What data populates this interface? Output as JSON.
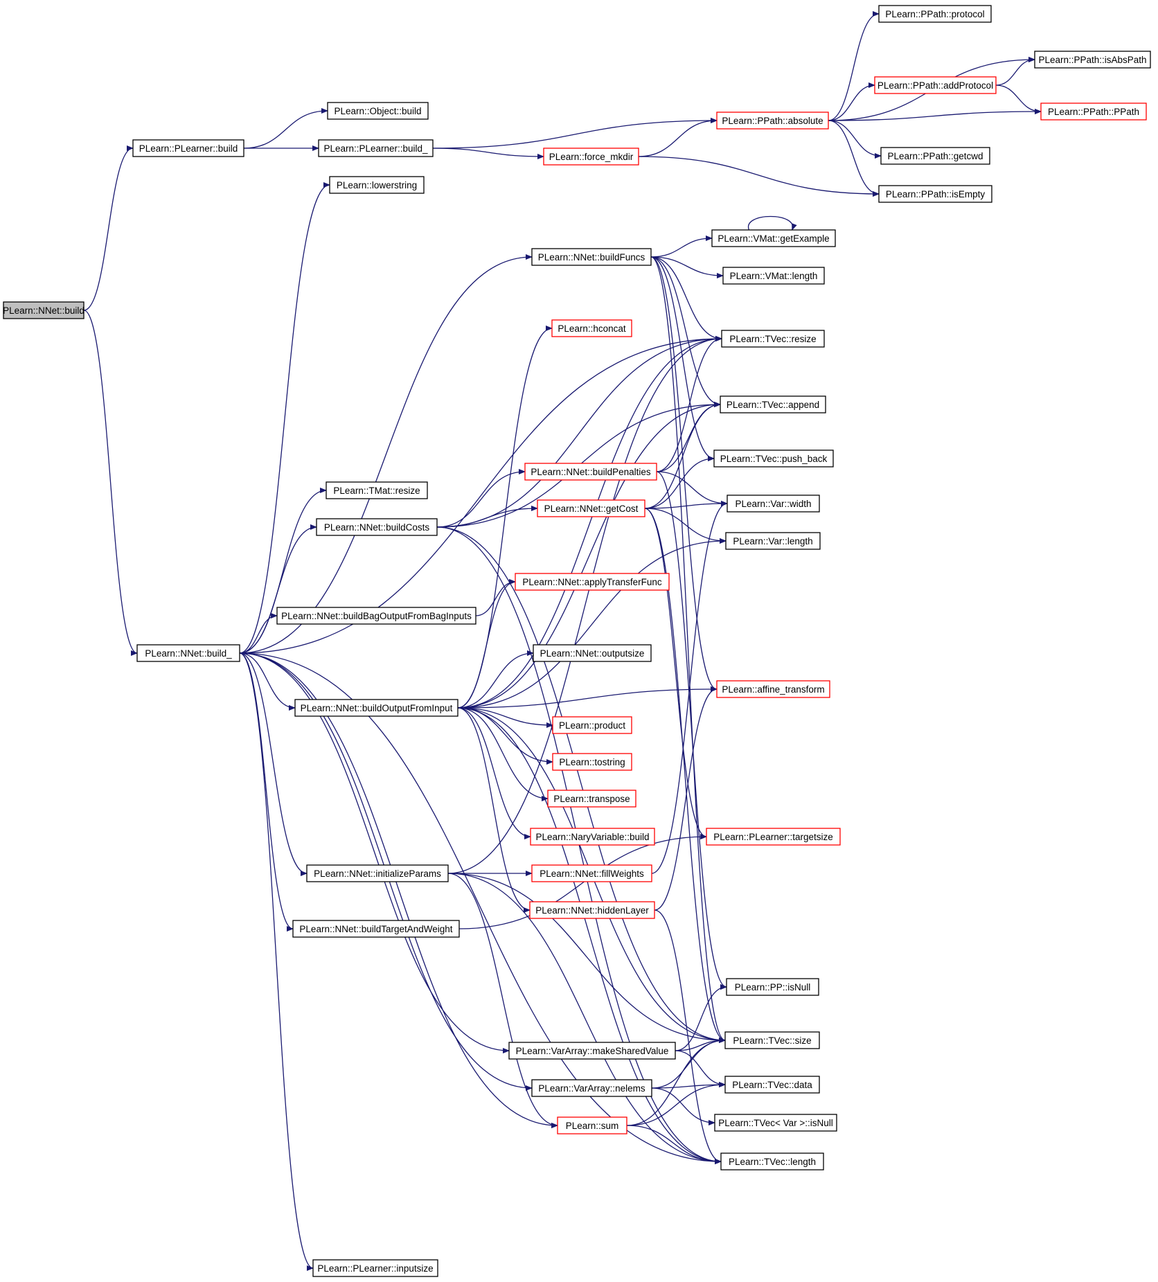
{
  "colors": {
    "edge": "#191970",
    "node_border": "#000000",
    "incomplete_border": "#ff0000",
    "root_fill": "#bfbfbf"
  },
  "nodes": [
    {
      "id": "nnet_build",
      "label": "PLearn::NNet::build",
      "style": "root"
    },
    {
      "id": "plearner_build",
      "label": "PLearn::PLearner::build"
    },
    {
      "id": "object_build",
      "label": "PLearn::Object::build"
    },
    {
      "id": "plearner_build_",
      "label": "PLearn::PLearner::build_"
    },
    {
      "id": "lowerstring",
      "label": "PLearn::lowerstring"
    },
    {
      "id": "force_mkdir",
      "label": "PLearn::force_mkdir",
      "style": "red"
    },
    {
      "id": "ppath_protocol",
      "label": "PLearn::PPath::protocol"
    },
    {
      "id": "ppath_isabspath",
      "label": "PLearn::PPath::isAbsPath"
    },
    {
      "id": "ppath_addprotocol",
      "label": "PLearn::PPath::addProtocol",
      "style": "red"
    },
    {
      "id": "ppath_ppath",
      "label": "PLearn::PPath::PPath",
      "style": "red"
    },
    {
      "id": "ppath_absolute",
      "label": "PLearn::PPath::absolute",
      "style": "red"
    },
    {
      "id": "ppath_getcwd",
      "label": "PLearn::PPath::getcwd"
    },
    {
      "id": "ppath_isempty",
      "label": "PLearn::PPath::isEmpty"
    },
    {
      "id": "vmat_getexample",
      "label": "PLearn::VMat::getExample"
    },
    {
      "id": "nnet_buildfuncs",
      "label": "PLearn::NNet::buildFuncs"
    },
    {
      "id": "vmat_length",
      "label": "PLearn::VMat::length"
    },
    {
      "id": "hconcat",
      "label": "PLearn::hconcat",
      "style": "red"
    },
    {
      "id": "tvec_resize",
      "label": "PLearn::TVec::resize"
    },
    {
      "id": "tvec_append",
      "label": "PLearn::TVec::append"
    },
    {
      "id": "tvec_push_back",
      "label": "PLearn::TVec::push_back"
    },
    {
      "id": "nnet_buildpenalties",
      "label": "PLearn::NNet::buildPenalties",
      "style": "red"
    },
    {
      "id": "tmat_resize",
      "label": "PLearn::TMat::resize"
    },
    {
      "id": "nnet_getcost",
      "label": "PLearn::NNet::getCost",
      "style": "red"
    },
    {
      "id": "var_width",
      "label": "PLearn::Var::width"
    },
    {
      "id": "nnet_buildcosts",
      "label": "PLearn::NNet::buildCosts"
    },
    {
      "id": "var_length",
      "label": "PLearn::Var::length"
    },
    {
      "id": "nnet_applytransferfunc",
      "label": "PLearn::NNet::applyTransferFunc",
      "style": "red"
    },
    {
      "id": "nnet_buildbagoutput",
      "label": "PLearn::NNet::buildBagOutputFromBagInputs"
    },
    {
      "id": "nnet_build_",
      "label": "PLearn::NNet::build_"
    },
    {
      "id": "nnet_outputsize",
      "label": "PLearn::NNet::outputsize"
    },
    {
      "id": "affine_transform",
      "label": "PLearn::affine_transform",
      "style": "red"
    },
    {
      "id": "nnet_buildoutputfrominput",
      "label": "PLearn::NNet::buildOutputFromInput"
    },
    {
      "id": "product",
      "label": "PLearn::product",
      "style": "red"
    },
    {
      "id": "tostring",
      "label": "PLearn::tostring",
      "style": "red"
    },
    {
      "id": "transpose",
      "label": "PLearn::transpose",
      "style": "red"
    },
    {
      "id": "naryvariable_build",
      "label": "PLearn::NaryVariable::build",
      "style": "red"
    },
    {
      "id": "plearner_targetsize",
      "label": "PLearn::PLearner::targetsize",
      "style": "red"
    },
    {
      "id": "nnet_initializeparams",
      "label": "PLearn::NNet::initializeParams"
    },
    {
      "id": "nnet_fillweights",
      "label": "PLearn::NNet::fillWeights",
      "style": "red"
    },
    {
      "id": "nnet_hiddenlayer",
      "label": "PLearn::NNet::hiddenLayer",
      "style": "red"
    },
    {
      "id": "nnet_buildtargetandweight",
      "label": "PLearn::NNet::buildTargetAndWeight"
    },
    {
      "id": "pp_isnull",
      "label": "PLearn::PP::isNull"
    },
    {
      "id": "vararray_makesharedvalue",
      "label": "PLearn::VarArray::makeSharedValue"
    },
    {
      "id": "tvec_size",
      "label": "PLearn::TVec::size"
    },
    {
      "id": "vararray_nelems",
      "label": "PLearn::VarArray::nelems"
    },
    {
      "id": "tvec_data",
      "label": "PLearn::TVec::data"
    },
    {
      "id": "tvec_var_isnull",
      "label": "PLearn::TVec< Var >::isNull"
    },
    {
      "id": "sum",
      "label": "PLearn::sum",
      "style": "red"
    },
    {
      "id": "tvec_length",
      "label": "PLearn::TVec::length"
    },
    {
      "id": "plearner_inputsize",
      "label": "PLearn::PLearner::inputsize"
    }
  ],
  "edges": [
    [
      "nnet_build",
      "plearner_build"
    ],
    [
      "nnet_build",
      "nnet_build_"
    ],
    [
      "plearner_build",
      "object_build"
    ],
    [
      "plearner_build",
      "plearner_build_"
    ],
    [
      "plearner_build_",
      "ppath_absolute"
    ],
    [
      "plearner_build_",
      "force_mkdir"
    ],
    [
      "force_mkdir",
      "ppath_absolute"
    ],
    [
      "force_mkdir",
      "ppath_isempty"
    ],
    [
      "ppath_absolute",
      "ppath_protocol"
    ],
    [
      "ppath_absolute",
      "ppath_isabspath"
    ],
    [
      "ppath_absolute",
      "ppath_addprotocol"
    ],
    [
      "ppath_absolute",
      "ppath_ppath"
    ],
    [
      "ppath_absolute",
      "ppath_getcwd"
    ],
    [
      "ppath_absolute",
      "ppath_isempty"
    ],
    [
      "ppath_addprotocol",
      "ppath_isabspath"
    ],
    [
      "ppath_addprotocol",
      "ppath_ppath"
    ],
    [
      "vmat_getexample",
      "vmat_getexample"
    ],
    [
      "nnet_build_",
      "lowerstring"
    ],
    [
      "nnet_build_",
      "tvec_resize"
    ],
    [
      "nnet_build_",
      "nnet_buildfuncs"
    ],
    [
      "nnet_build_",
      "tmat_resize"
    ],
    [
      "nnet_build_",
      "nnet_buildcosts"
    ],
    [
      "nnet_build_",
      "nnet_buildbagoutput"
    ],
    [
      "nnet_build_",
      "nnet_buildoutputfrominput"
    ],
    [
      "nnet_build_",
      "nnet_initializeparams"
    ],
    [
      "nnet_build_",
      "nnet_buildtargetandweight"
    ],
    [
      "nnet_build_",
      "vararray_makesharedvalue"
    ],
    [
      "nnet_build_",
      "vararray_nelems"
    ],
    [
      "nnet_build_",
      "sum"
    ],
    [
      "nnet_build_",
      "tvec_length"
    ],
    [
      "nnet_build_",
      "plearner_inputsize"
    ],
    [
      "nnet_buildfuncs",
      "vmat_getexample"
    ],
    [
      "nnet_buildfuncs",
      "vmat_length"
    ],
    [
      "nnet_buildfuncs",
      "tvec_resize"
    ],
    [
      "nnet_buildfuncs",
      "tvec_append"
    ],
    [
      "nnet_buildfuncs",
      "tvec_push_back"
    ],
    [
      "nnet_buildfuncs",
      "affine_transform"
    ],
    [
      "nnet_buildfuncs",
      "tvec_size"
    ],
    [
      "nnet_buildcosts",
      "tvec_resize"
    ],
    [
      "nnet_buildcosts",
      "tvec_append"
    ],
    [
      "nnet_buildcosts",
      "nnet_buildpenalties"
    ],
    [
      "nnet_buildcosts",
      "nnet_getcost"
    ],
    [
      "nnet_buildcosts",
      "tvec_size"
    ],
    [
      "nnet_buildcosts",
      "tvec_length"
    ],
    [
      "nnet_buildpenalties",
      "tvec_resize"
    ],
    [
      "nnet_buildpenalties",
      "tvec_append"
    ],
    [
      "nnet_buildpenalties",
      "var_width"
    ],
    [
      "nnet_buildpenalties",
      "pp_isnull"
    ],
    [
      "nnet_getcost",
      "tvec_append"
    ],
    [
      "nnet_getcost",
      "tvec_push_back"
    ],
    [
      "nnet_getcost",
      "var_width"
    ],
    [
      "nnet_getcost",
      "var_length"
    ],
    [
      "nnet_getcost",
      "plearner_targetsize"
    ],
    [
      "nnet_getcost",
      "tvec_size"
    ],
    [
      "nnet_buildbagoutput",
      "nnet_applytransferfunc"
    ],
    [
      "nnet_buildoutputfrominput",
      "hconcat"
    ],
    [
      "nnet_buildoutputfrominput",
      "tvec_resize"
    ],
    [
      "nnet_buildoutputfrominput",
      "tvec_append"
    ],
    [
      "nnet_buildoutputfrominput",
      "var_length"
    ],
    [
      "nnet_buildoutputfrominput",
      "nnet_applytransferfunc"
    ],
    [
      "nnet_buildoutputfrominput",
      "nnet_outputsize"
    ],
    [
      "nnet_buildoutputfrominput",
      "affine_transform"
    ],
    [
      "nnet_buildoutputfrominput",
      "product"
    ],
    [
      "nnet_buildoutputfrominput",
      "tostring"
    ],
    [
      "nnet_buildoutputfrominput",
      "transpose"
    ],
    [
      "nnet_buildoutputfrominput",
      "naryvariable_build"
    ],
    [
      "nnet_buildoutputfrominput",
      "nnet_hiddenlayer"
    ],
    [
      "nnet_buildoutputfrominput",
      "tvec_size"
    ],
    [
      "nnet_buildoutputfrominput",
      "tvec_length"
    ],
    [
      "nnet_initializeparams",
      "nnet_fillweights"
    ],
    [
      "nnet_initializeparams",
      "tvec_resize"
    ],
    [
      "nnet_initializeparams",
      "tvec_size"
    ],
    [
      "nnet_initializeparams",
      "sum"
    ],
    [
      "nnet_initializeparams",
      "tvec_length"
    ],
    [
      "nnet_fillweights",
      "var_width"
    ],
    [
      "nnet_hiddenlayer",
      "affine_transform"
    ],
    [
      "nnet_hiddenlayer",
      "tvec_length"
    ],
    [
      "nnet_buildtargetandweight",
      "plearner_targetsize"
    ],
    [
      "vararray_makesharedvalue",
      "pp_isnull"
    ],
    [
      "vararray_makesharedvalue",
      "tvec_size"
    ],
    [
      "vararray_makesharedvalue",
      "tvec_data"
    ],
    [
      "vararray_nelems",
      "tvec_size"
    ],
    [
      "vararray_nelems",
      "tvec_data"
    ],
    [
      "vararray_nelems",
      "tvec_var_isnull"
    ],
    [
      "sum",
      "tvec_size"
    ],
    [
      "sum",
      "tvec_data"
    ],
    [
      "sum",
      "tvec_length"
    ]
  ]
}
